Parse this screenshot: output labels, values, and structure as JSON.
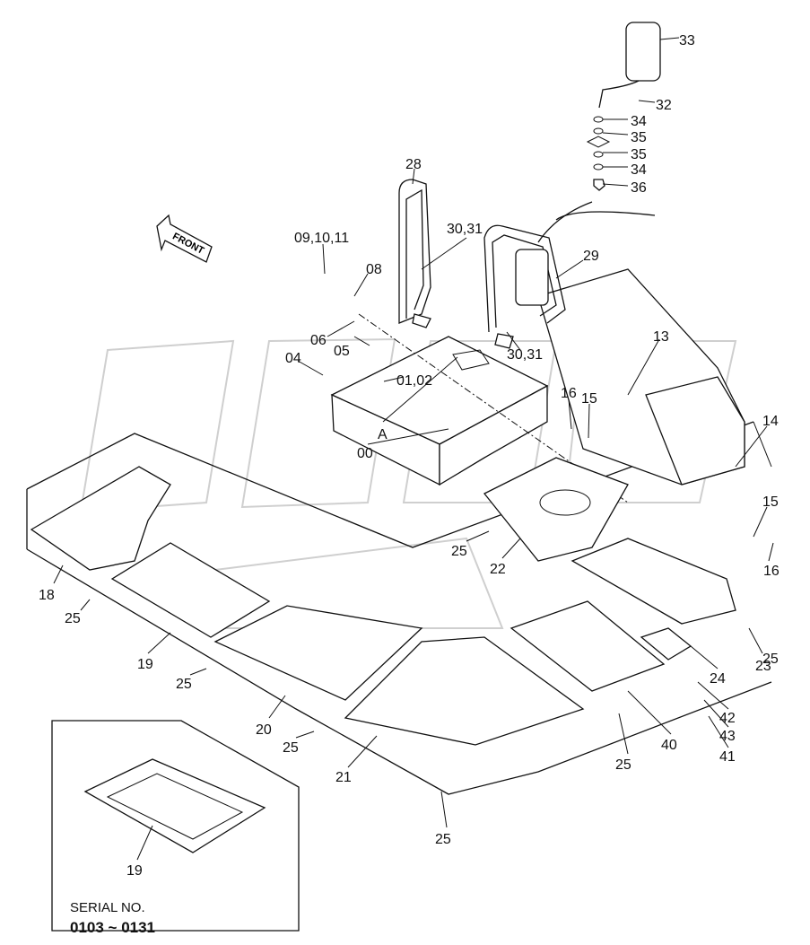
{
  "diagram": {
    "type": "exploded parts diagram",
    "watermark": "OPEX",
    "front_arrow_label": "FRONT",
    "callouts": [
      "33",
      "32",
      "34",
      "35",
      "35",
      "34",
      "36",
      "28",
      "30,31",
      "09,10,11",
      "29",
      "08",
      "06",
      "05",
      "30,31",
      "04",
      "13",
      "01,02",
      "16",
      "15",
      "14",
      "A",
      "00",
      "15",
      "25",
      "22",
      "16",
      "18",
      "25",
      "19",
      "23",
      "25",
      "25",
      "24",
      "20",
      "42",
      "25",
      "43",
      "40",
      "41",
      "21",
      "25",
      "25"
    ],
    "inset": {
      "callout": "19",
      "serial_label": "SERIAL NO.",
      "serial_range": "0103 ~ 0131"
    }
  }
}
